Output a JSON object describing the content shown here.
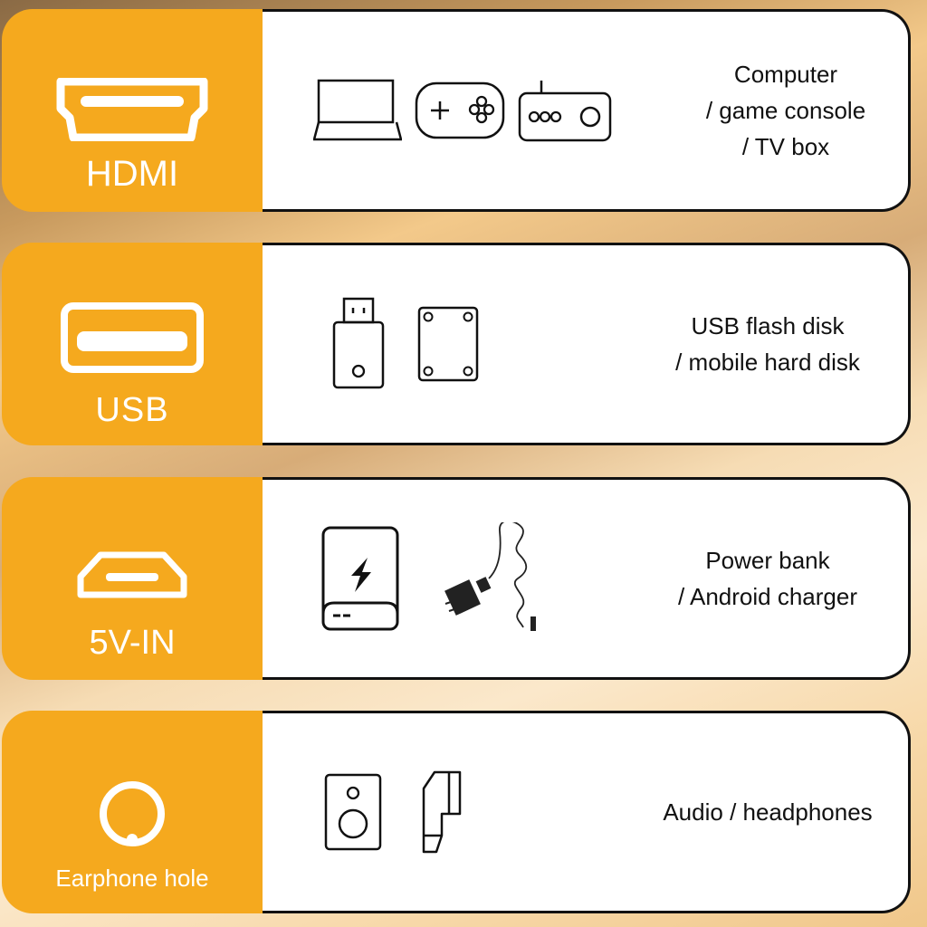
{
  "rows": [
    {
      "port": "HDMI",
      "devices": [
        "Computer",
        "/ game console",
        "/ TV box"
      ]
    },
    {
      "port": "USB",
      "devices": [
        "USB flash disk",
        "/ mobile hard disk"
      ]
    },
    {
      "port": "5V-IN",
      "devices": [
        "Power bank",
        "/ Android charger"
      ]
    },
    {
      "port": "Earphone hole",
      "devices": [
        "Audio / headphones"
      ]
    }
  ],
  "colors": {
    "accent": "#F5A91E",
    "panel": "#FFFFFF"
  }
}
